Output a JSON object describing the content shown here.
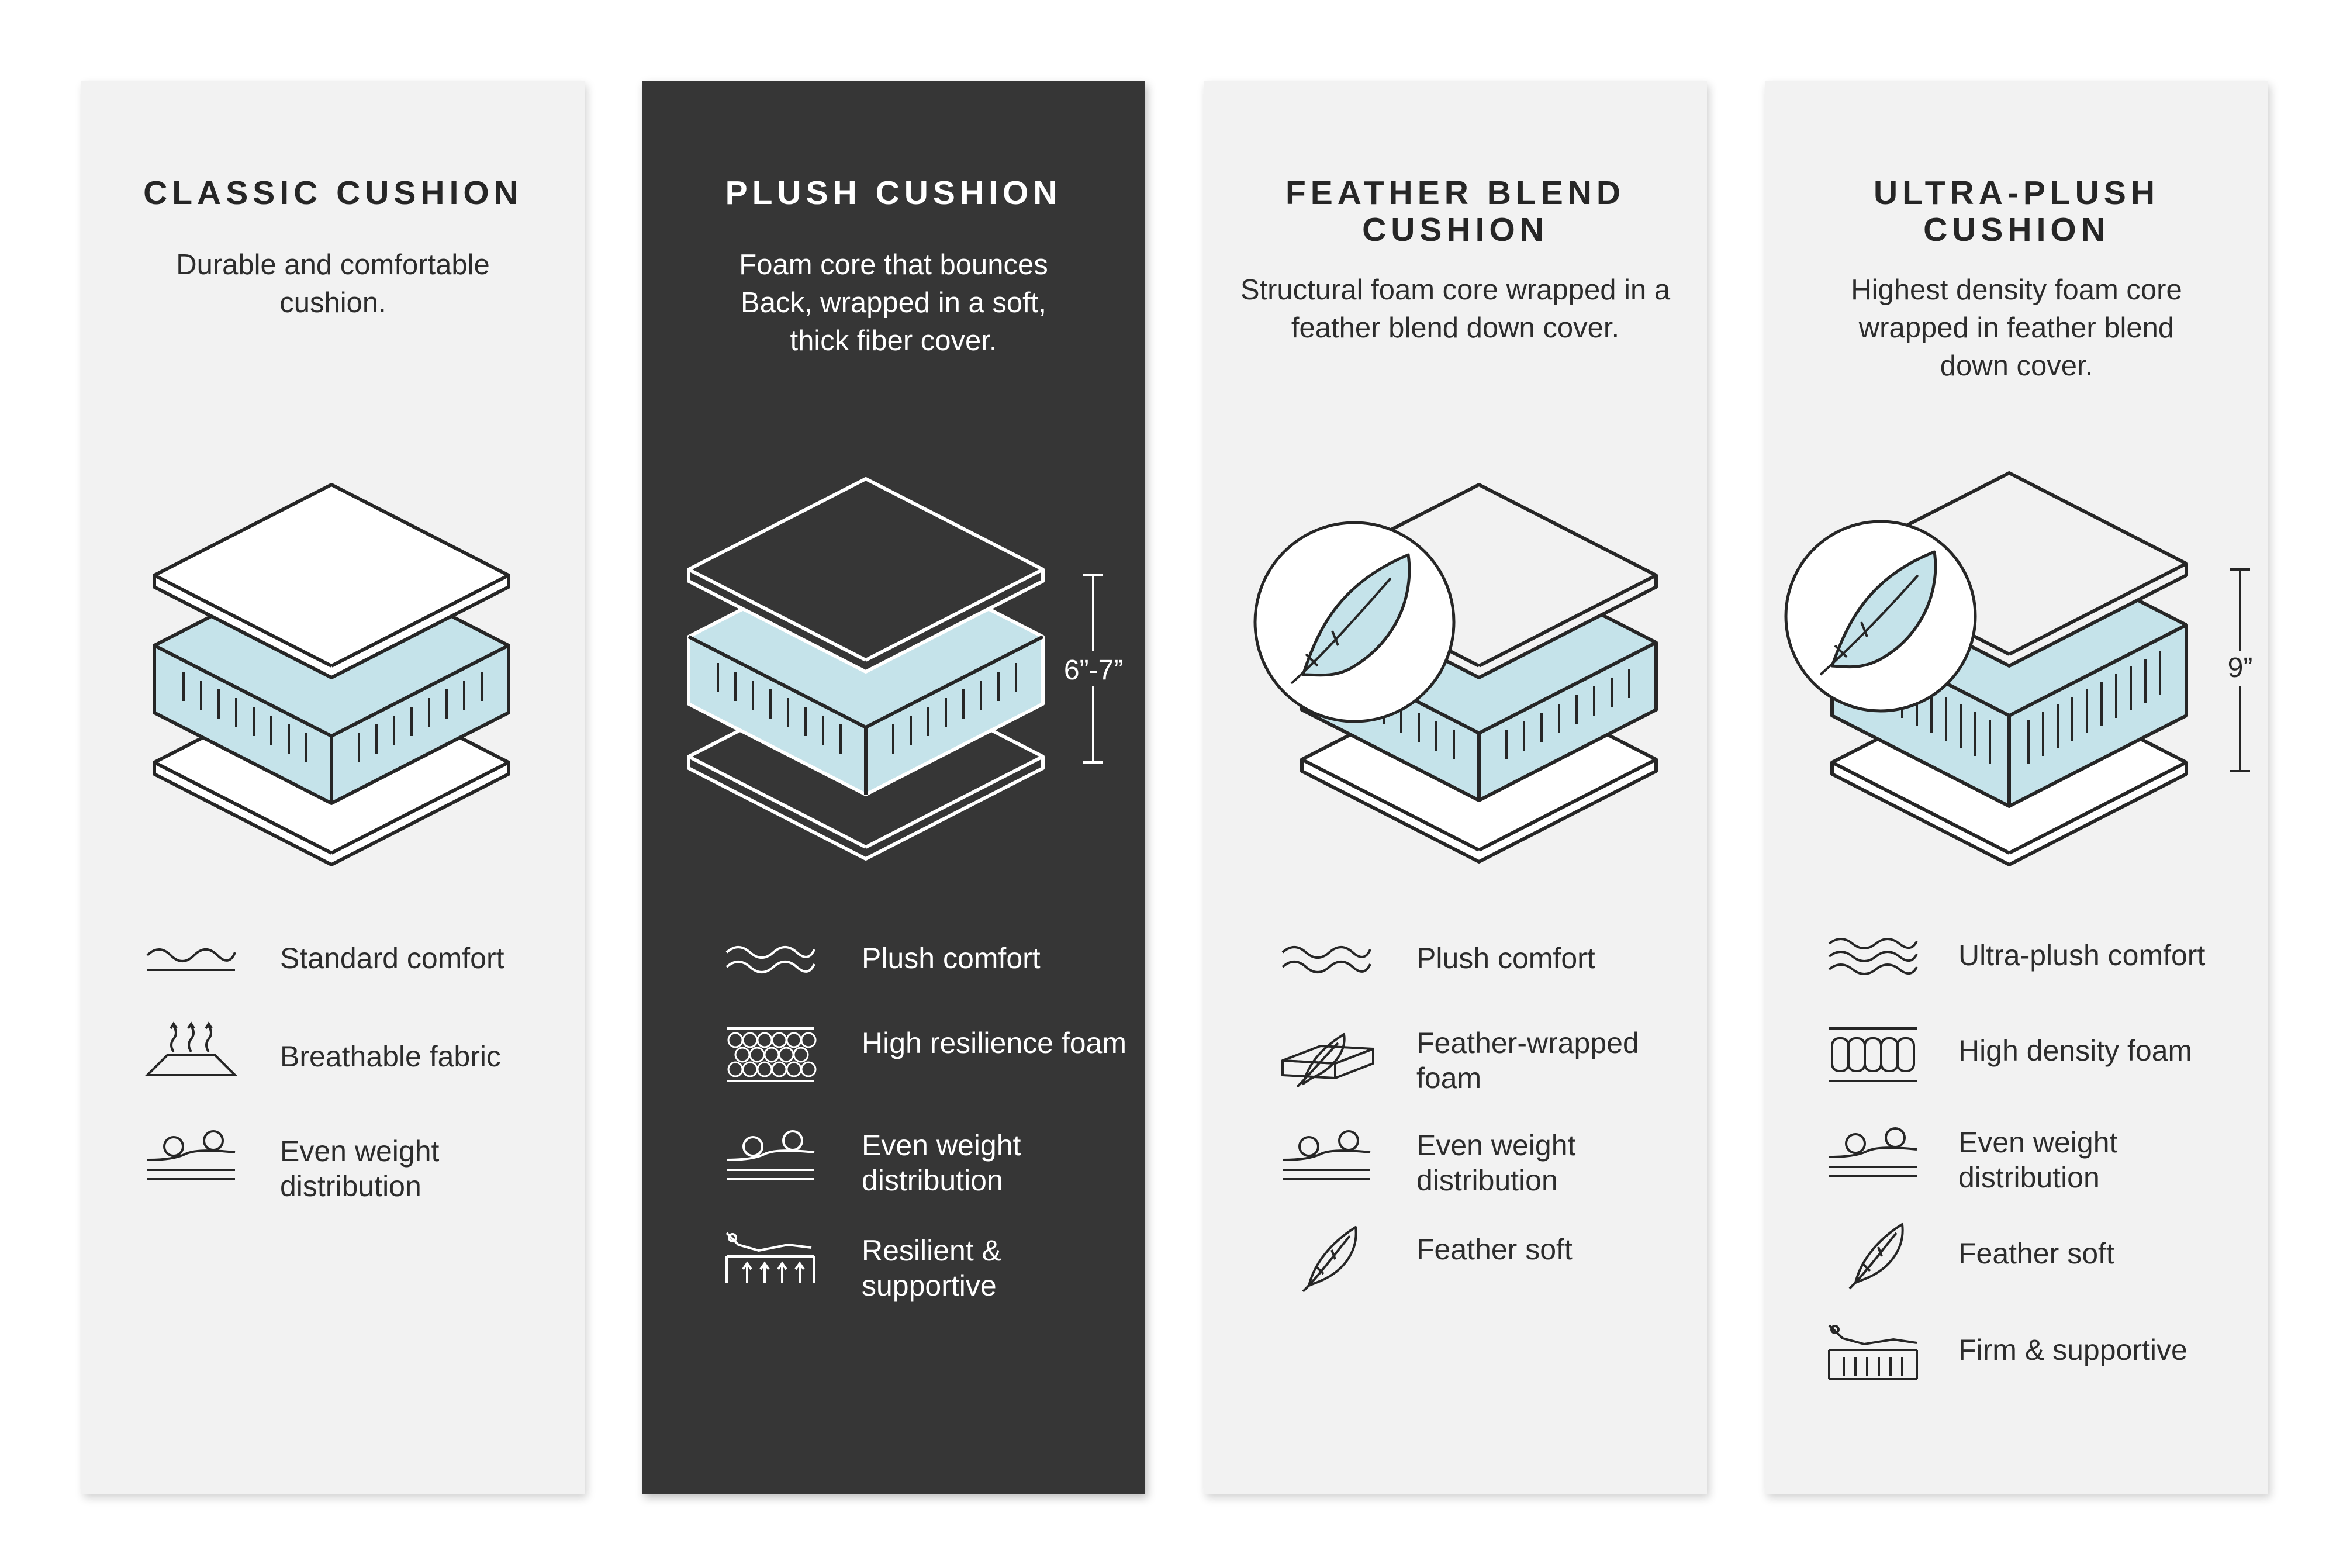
{
  "cards": [
    {
      "title": "CLASSIC CUSHION",
      "description": "Durable and comfortable cushion.",
      "features": [
        {
          "label": "Standard comfort",
          "icon": "wave-icon"
        },
        {
          "label": "Breathable fabric",
          "icon": "breathable-fabric-icon"
        },
        {
          "label": "Even weight distribution",
          "icon": "weight-distribution-icon"
        }
      ]
    },
    {
      "title": "PLUSH CUSHION",
      "description": "Foam core that bounces Back, wrapped in a soft, thick fiber cover.",
      "height_label": "6”-7”",
      "features": [
        {
          "label": "Plush comfort",
          "icon": "wave-icon"
        },
        {
          "label": "High resilience foam",
          "icon": "honeycomb-foam-icon"
        },
        {
          "label": "Even weight distribution",
          "icon": "weight-distribution-icon"
        },
        {
          "label": "Resilient & supportive",
          "icon": "support-icon"
        }
      ]
    },
    {
      "title": "FEATHER BLEND CUSHION",
      "description": "Structural foam core wrapped in a feather blend down cover.",
      "features": [
        {
          "label": "Plush comfort",
          "icon": "wave-icon"
        },
        {
          "label": "Feather-wrapped foam",
          "icon": "feather-wrapped-foam-icon"
        },
        {
          "label": "Even weight distribution",
          "icon": "weight-distribution-icon"
        },
        {
          "label": "Feather soft",
          "icon": "feather-icon"
        }
      ]
    },
    {
      "title": "ULTRA-PLUSH CUSHION",
      "description": "Highest density foam core wrapped in feather blend down cover.",
      "height_label": "9”",
      "features": [
        {
          "label": "Ultra-plush comfort",
          "icon": "wave-icon"
        },
        {
          "label": "High density foam",
          "icon": "foam-block-icon"
        },
        {
          "label": "Even weight distribution",
          "icon": "weight-distribution-icon"
        },
        {
          "label": "Feather soft",
          "icon": "feather-icon"
        },
        {
          "label": "Firm & supportive",
          "icon": "support-icon"
        }
      ]
    }
  ],
  "colors": {
    "card_bg": "#f2f2f2",
    "card_dark_bg": "#363636",
    "foam_blue": "#c5e3ea",
    "stroke": "#262626"
  }
}
